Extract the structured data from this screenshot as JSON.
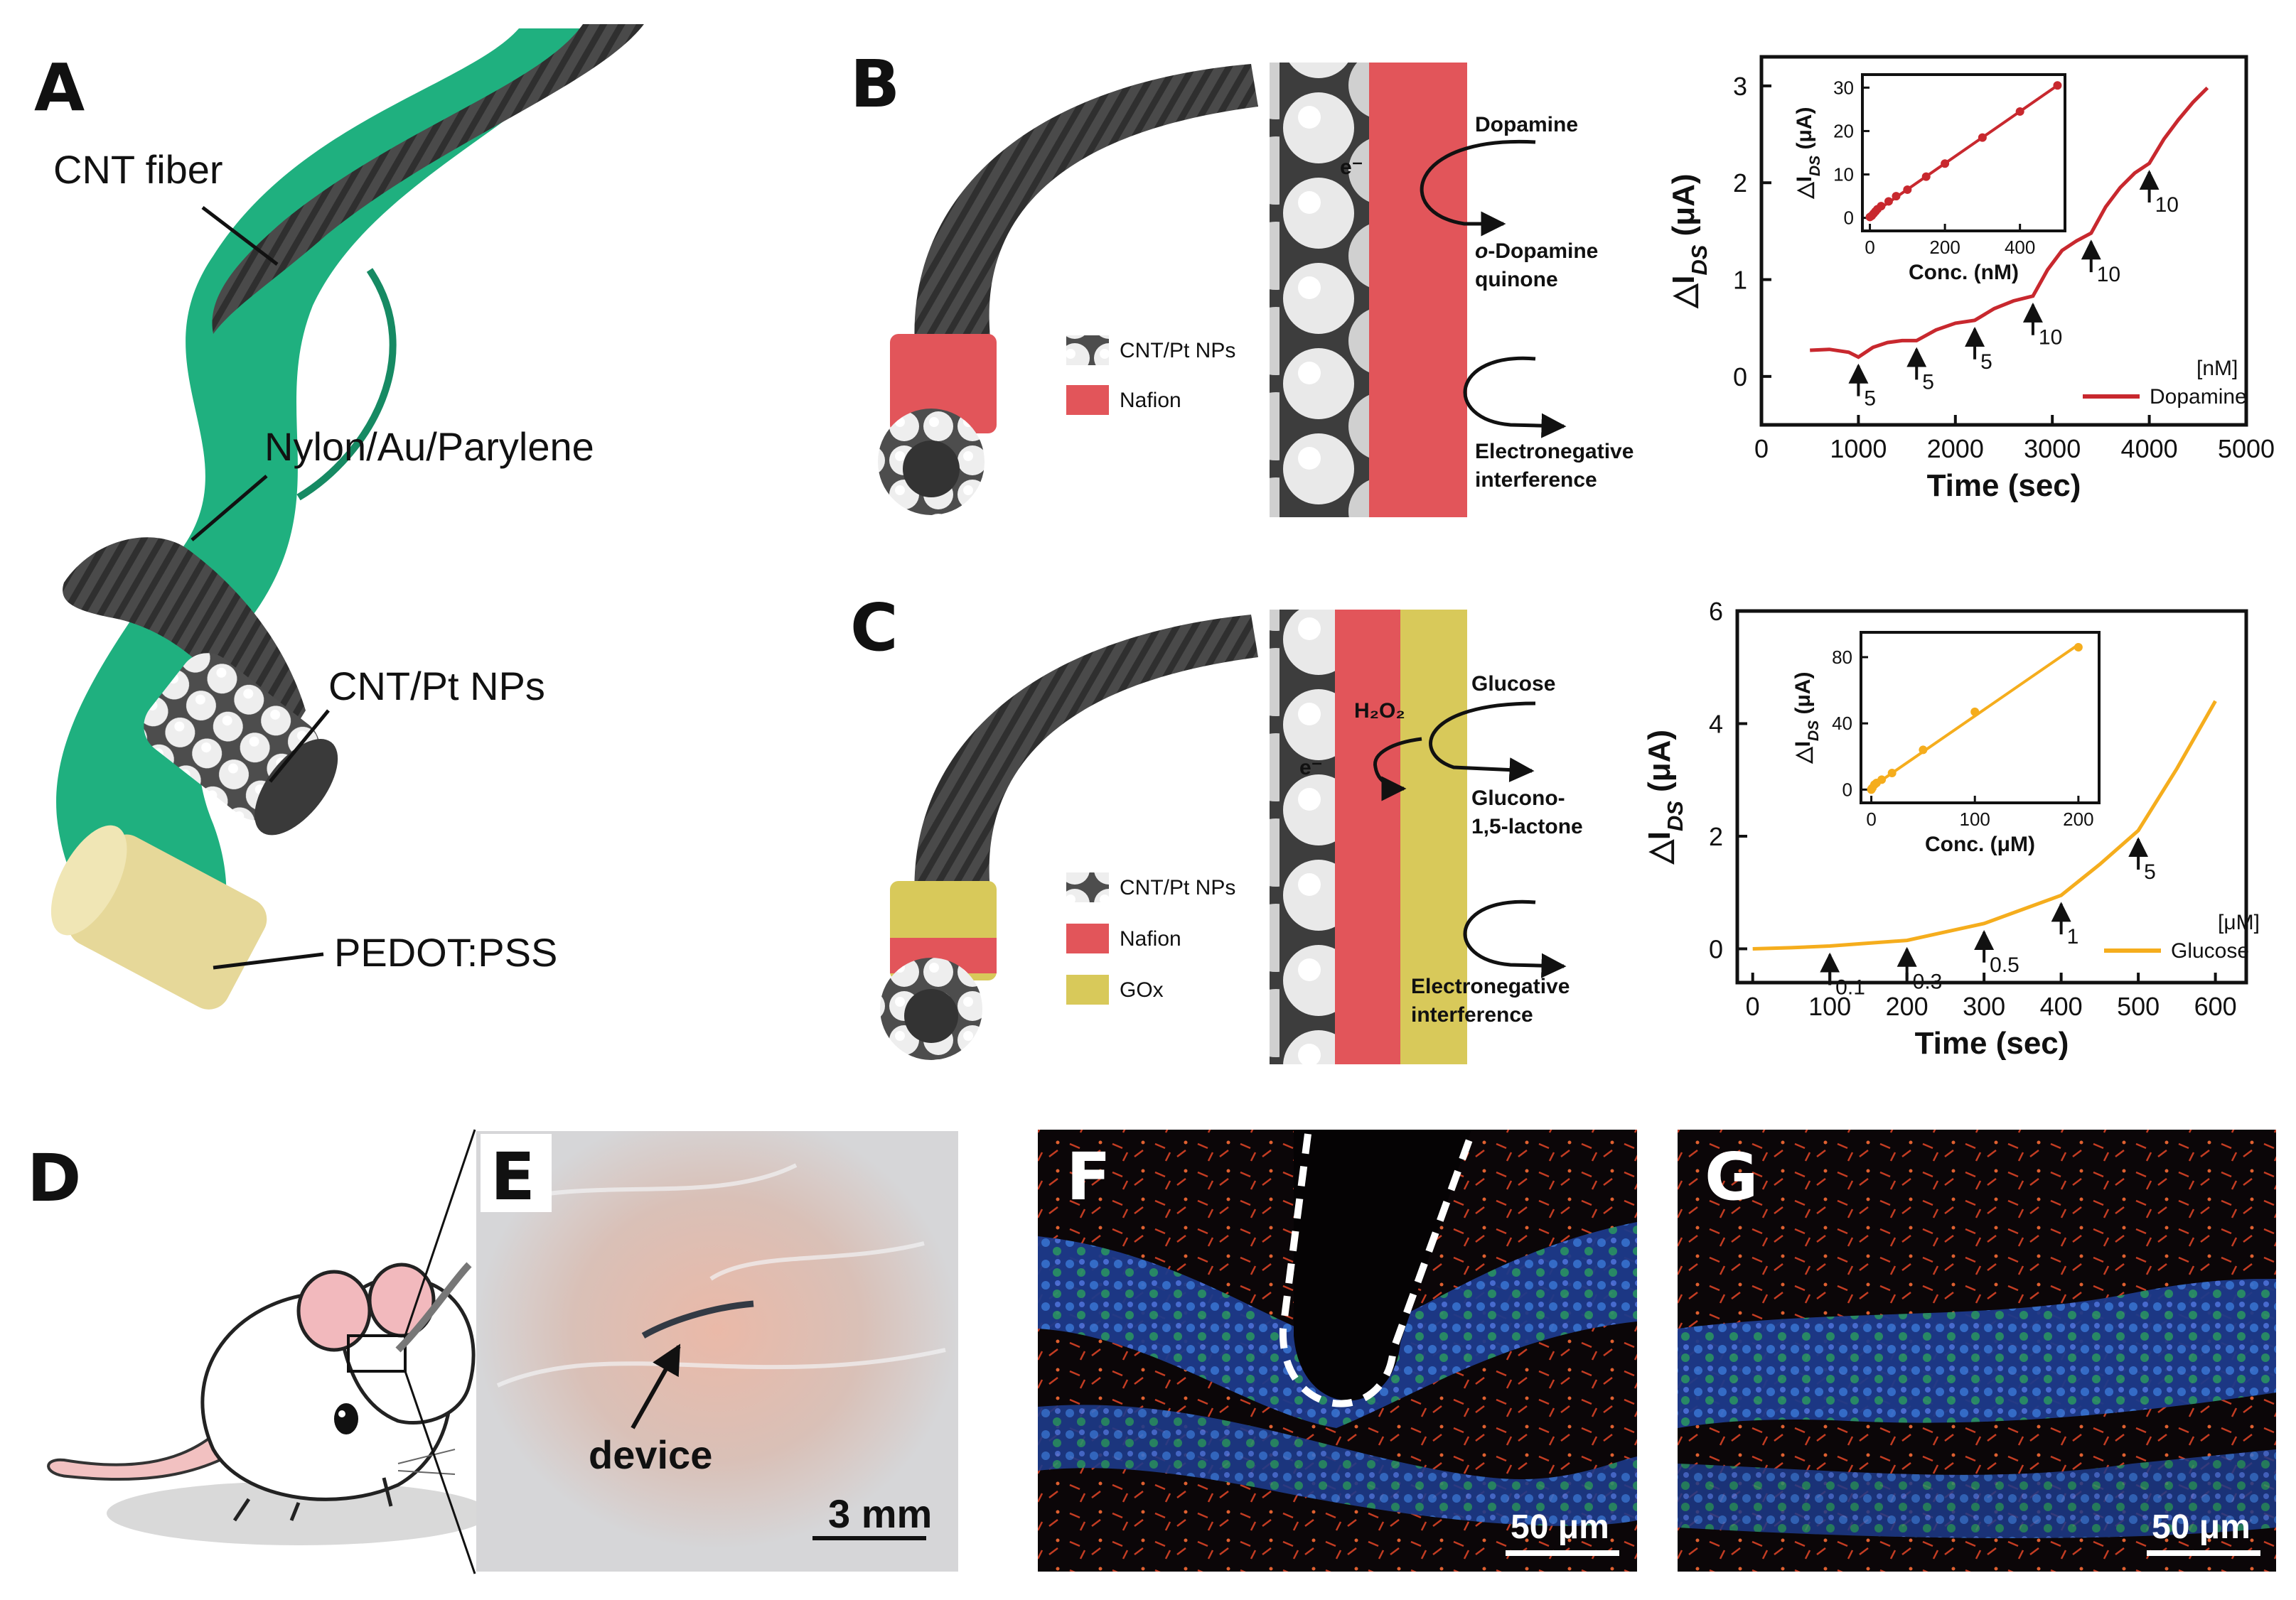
{
  "panels": {
    "A": {
      "letter": "A",
      "labels": {
        "cnt_fiber": "CNT fiber",
        "nylon": "Nylon/Au/Parylene",
        "cnt_pt": "CNT/Pt NPs",
        "pedot": "PEDOT:PSS"
      }
    },
    "B": {
      "letter": "B",
      "legend": {
        "cnt_pt": "CNT/Pt NPs",
        "nafion": "Nafion"
      },
      "schematic": {
        "electron": "e⁻",
        "dopamine": "Dopamine",
        "o_prefix": "o",
        "quinone_line1": "-Dopamine",
        "quinone_line2": "quinone",
        "interf_line1": "Electronegative",
        "interf_line2": "interference"
      }
    },
    "C": {
      "letter": "C",
      "legend": {
        "cnt_pt": "CNT/Pt NPs",
        "nafion": "Nafion",
        "gox": "GOx"
      },
      "schematic": {
        "electron": "e⁻",
        "h2o2": "H₂O₂",
        "glucose": "Glucose",
        "product_line1": "Glucono-",
        "product_line2": "1,5-lactone",
        "interf_line1": "Electronegative",
        "interf_line2": "interference"
      }
    },
    "D": {
      "letter": "D"
    },
    "E": {
      "letter": "E",
      "device_label": "device",
      "scale_bar": "3 mm"
    },
    "F": {
      "letter": "F",
      "scale_bar": "50 μm"
    },
    "G": {
      "letter": "G",
      "scale_bar": "50 μm"
    }
  },
  "colors": {
    "green": "#1fb07f",
    "gray": "#4a4a4a",
    "nafion": "#e2555a",
    "gox": "#d8c95a",
    "pedot": "#e6d899",
    "dopamine": "#c8282e",
    "glucose": "#f5ad1d"
  },
  "chart_data": [
    {
      "type": "line",
      "panel": "B",
      "xlabel": "Time (sec)",
      "ylabel": "△I_DS (μA)",
      "xlim": [
        0,
        5000
      ],
      "ylim": [
        -0.5,
        3.3
      ],
      "xticks": [
        0,
        1000,
        2000,
        3000,
        4000,
        5000
      ],
      "yticks": [
        0,
        1,
        2,
        3
      ],
      "legend_title": "[nM]",
      "series": [
        {
          "name": "Dopamine",
          "x": [
            500,
            700,
            900,
            1000,
            1150,
            1300,
            1450,
            1600,
            1800,
            2000,
            2200,
            2400,
            2600,
            2800,
            2950,
            3100,
            3250,
            3400,
            3550,
            3700,
            3850,
            4000,
            4150,
            4300,
            4450,
            4600
          ],
          "y": [
            0.27,
            0.28,
            0.25,
            0.2,
            0.3,
            0.35,
            0.37,
            0.37,
            0.48,
            0.55,
            0.58,
            0.7,
            0.78,
            0.83,
            1.1,
            1.3,
            1.4,
            1.48,
            1.75,
            1.95,
            2.1,
            2.2,
            2.45,
            2.65,
            2.83,
            2.98
          ]
        }
      ],
      "annotations": [
        {
          "x": 1000,
          "label": "5"
        },
        {
          "x": 1600,
          "label": "5"
        },
        {
          "x": 2200,
          "label": "5"
        },
        {
          "x": 2800,
          "label": "10"
        },
        {
          "x": 3400,
          "label": "10"
        },
        {
          "x": 4000,
          "label": "10"
        }
      ],
      "inset": {
        "type": "scatter",
        "xlabel": "Conc. (nM)",
        "ylabel": "△I_DS (μA)",
        "xlim": [
          -20,
          520
        ],
        "ylim": [
          -3,
          33
        ],
        "xticks": [
          0,
          200,
          400
        ],
        "yticks": [
          0,
          10,
          20,
          30
        ],
        "x": [
          0,
          5,
          10,
          15,
          20,
          30,
          50,
          70,
          100,
          150,
          200,
          300,
          400,
          500
        ],
        "y": [
          0.2,
          0.5,
          1,
          1.5,
          2,
          2.7,
          3.8,
          5,
          6.5,
          9.5,
          12.5,
          18.5,
          24.5,
          30.5
        ]
      }
    },
    {
      "type": "line",
      "panel": "C",
      "xlabel": "Time (sec)",
      "ylabel": "△I_DS (μA)",
      "xlim": [
        -20,
        640
      ],
      "ylim": [
        -0.6,
        6
      ],
      "xticks": [
        0,
        100,
        200,
        300,
        400,
        500,
        600
      ],
      "yticks": [
        0,
        2,
        4,
        6
      ],
      "legend_title": "[μM]",
      "series": [
        {
          "name": "Glucose",
          "x": [
            0,
            50,
            100,
            150,
            200,
            250,
            300,
            350,
            400,
            450,
            500,
            550,
            600
          ],
          "y": [
            0,
            0.02,
            0.05,
            0.1,
            0.15,
            0.3,
            0.45,
            0.7,
            0.95,
            1.5,
            2.1,
            3.2,
            4.4
          ]
        }
      ],
      "annotations": [
        {
          "x": 100,
          "label": "0.1"
        },
        {
          "x": 200,
          "label": "0.3"
        },
        {
          "x": 300,
          "label": "0.5"
        },
        {
          "x": 400,
          "label": "1"
        },
        {
          "x": 500,
          "label": "5"
        }
      ],
      "inset": {
        "type": "scatter",
        "xlabel": "Conc. (μM)",
        "ylabel": "△I_DS (μA)",
        "xlim": [
          -10,
          220
        ],
        "ylim": [
          -8,
          95
        ],
        "xticks": [
          0,
          100,
          200
        ],
        "yticks": [
          0,
          40,
          80
        ],
        "x": [
          0,
          0.1,
          1,
          3,
          5,
          10,
          20,
          50,
          100,
          200
        ],
        "y": [
          0,
          0.3,
          1,
          3,
          4,
          6,
          10,
          24,
          47,
          86
        ]
      }
    }
  ]
}
